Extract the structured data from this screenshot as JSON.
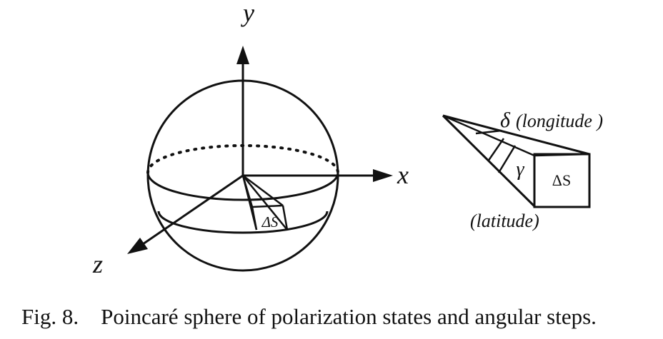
{
  "labels": {
    "y_axis": "y",
    "x_axis": "x",
    "z_axis": "z",
    "delta_s_sphere": "ΔS",
    "delta_s_box": "ΔS",
    "gamma": "γ",
    "delta": "δ",
    "longitude": "(longitude )",
    "latitude": "(latitude)"
  },
  "caption": {
    "number": "Fig. 8.",
    "text": "Poincaré sphere of polarization states and angular steps."
  }
}
